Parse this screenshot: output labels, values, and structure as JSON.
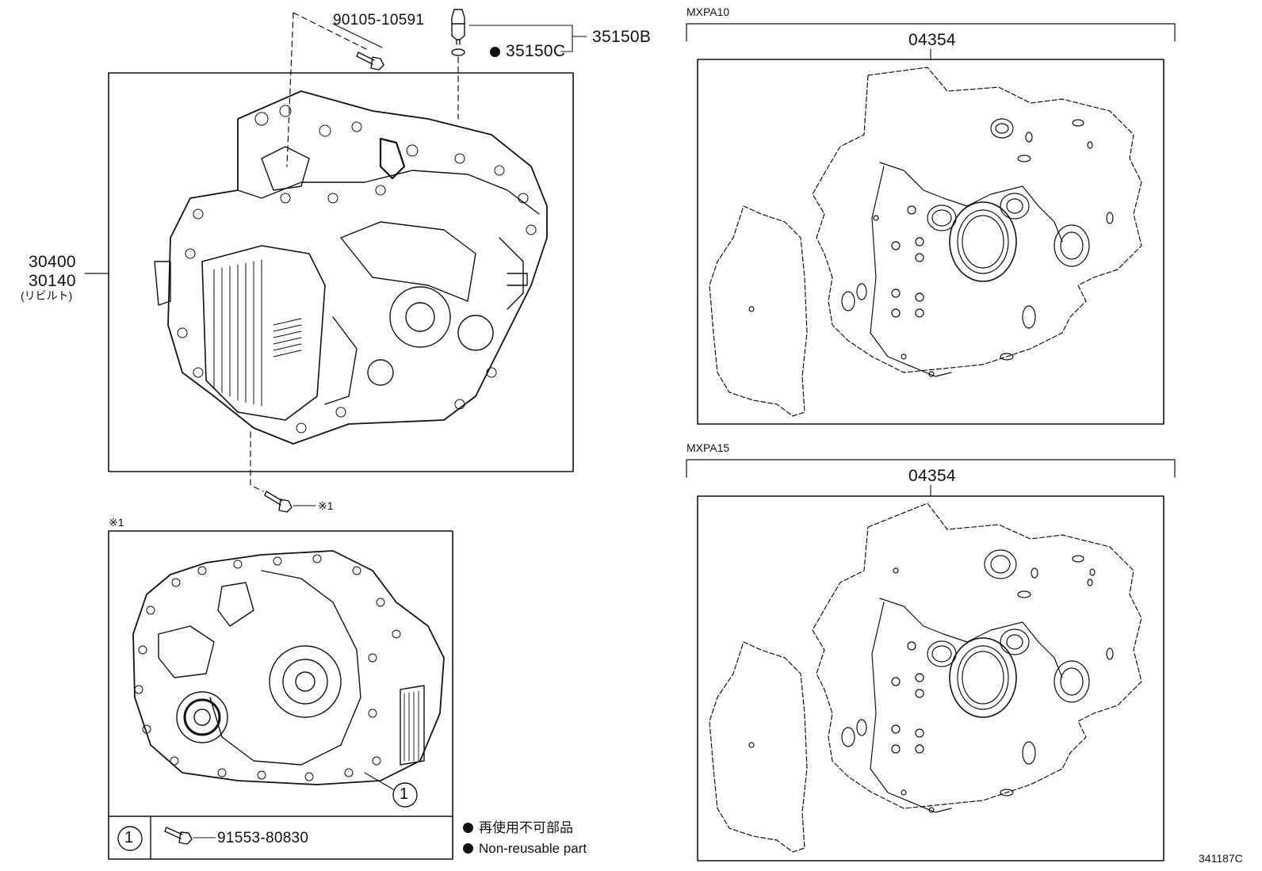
{
  "labels": {
    "bolt_top": "90105-10591",
    "sensor_assy": "35150B",
    "sensor_oring": "35150C",
    "trans_assy_1": "30400",
    "trans_assy_2": "30140",
    "trans_assy_note": "(リビルト)",
    "ref_mark": "※1",
    "inset_ref": "※1",
    "inset_callout": "1",
    "inset_table_key": "1",
    "inset_table_part": "91553-80830",
    "variant_1": "MXPA10",
    "gasket_kit_1": "04354",
    "variant_2": "MXPA15",
    "gasket_kit_2": "04354",
    "figure_id": "341187C"
  },
  "legend": {
    "jp": "再使用不可部品",
    "en": "Non-reusable part"
  },
  "colors": {
    "line": "#111111",
    "background": "#ffffff"
  }
}
